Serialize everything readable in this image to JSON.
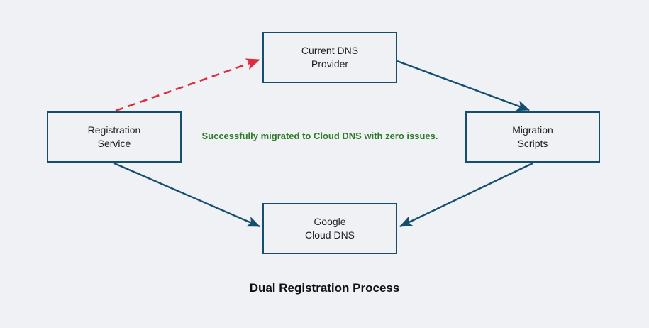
{
  "diagram": {
    "title": "Dual Registration Process",
    "status_message": "Successfully migrated to Cloud DNS with zero issues.",
    "colors": {
      "background": "#f0f1f5",
      "node_border": "#14506e",
      "node_fill": "#f0f1f5",
      "node_text": "#1f1f1f",
      "edge_solid": "#14506e",
      "edge_dashed": "#e02b3c",
      "status_text": "#2c7b28",
      "title_text": "#111111"
    },
    "nodes": [
      {
        "id": "current-dns",
        "label": "Current DNS\nProvider"
      },
      {
        "id": "registration",
        "label": "Registration\nService"
      },
      {
        "id": "migration",
        "label": "Migration\nScripts"
      },
      {
        "id": "google-dns",
        "label": "Google\nCloud DNS"
      }
    ],
    "edges": [
      {
        "id": "current-dns-to-migration",
        "from": "current-dns",
        "to": "migration",
        "style": "solid",
        "arrow": "end",
        "color": "#14506e"
      },
      {
        "id": "registration-to-google-dns",
        "from": "registration",
        "to": "google-dns",
        "style": "solid",
        "arrow": "end",
        "color": "#14506e"
      },
      {
        "id": "migration-to-google-dns",
        "from": "migration",
        "to": "google-dns",
        "style": "solid",
        "arrow": "end",
        "color": "#14506e"
      },
      {
        "id": "registration-to-current-dns",
        "from": "registration",
        "to": "current-dns",
        "style": "dashed",
        "arrow": "end",
        "color": "#e02b3c"
      }
    ]
  }
}
